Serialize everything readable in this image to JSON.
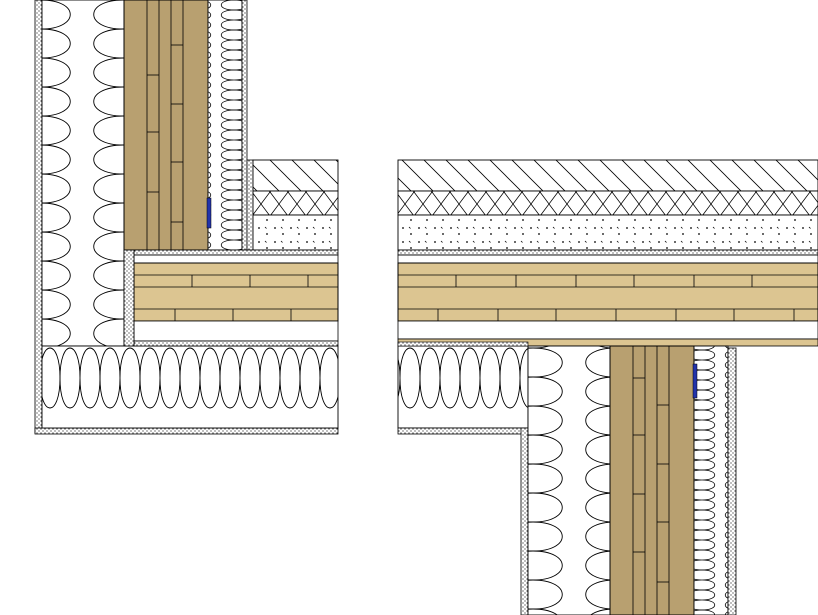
{
  "drawing": {
    "kind": "construction-detail-section",
    "details": [
      "wall-to-floor-junction-corner",
      "wall-to-floor-junction-intermediate"
    ],
    "materials": {
      "insulation": {
        "hatch": "batt-insulation-loops",
        "fill": "#ffffff",
        "stroke": "#000000"
      },
      "timber_stud": {
        "fill": "#b8a070",
        "stroke": "#000000"
      },
      "clt_slab": {
        "fill": "#dcc591",
        "stroke": "#000000"
      },
      "screed": {
        "hatch": "dotted-concrete",
        "fill": "#ffffff"
      },
      "impact_insulation": {
        "hatch": "cross-hatch",
        "fill": "#ffffff"
      },
      "floor_finish": {
        "hatch": "diagonal-lines",
        "fill": "#ffffff"
      },
      "membrane": {
        "hatch": "fine-stipple",
        "fill": "#ffffff"
      },
      "seal_tape": {
        "fill": "#2233aa"
      }
    }
  }
}
